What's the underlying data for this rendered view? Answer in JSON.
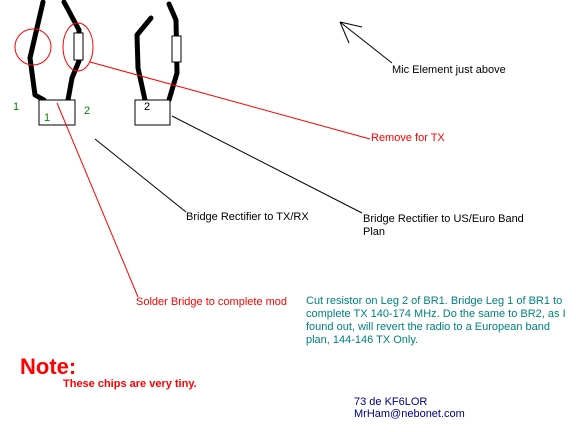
{
  "colors": {
    "black": "#000000",
    "red": "#ff0000",
    "green": "#008000",
    "teal": "#008080",
    "navy": "#000080"
  },
  "labels": {
    "pad_left_1": "1",
    "pad_left_2": "2",
    "chip1_label": "1",
    "chip2_label": "2",
    "mic_element": "Mic Element just above",
    "remove_for_tx": "Remove for TX",
    "bridge_rectifier_txrx": "Bridge Rectifier to TX/RX",
    "bridge_rectifier_useuro": "Bridge Rectifier to US/Euro Band Plan",
    "solder_bridge": "Solder Bridge to complete mod",
    "instructions": "Cut resistor on Leg 2 of BR1. Bridge Leg 1 of BR1 to complete TX 140-174 MHz. Do the same to BR2, as I found out, will revert the radio to a European band plan, 144-146 TX Only.",
    "note_title": "Note:",
    "note_text": "These chips are very tiny.",
    "signoff": "73 de KF6LOR",
    "email": "MrHam@nebonet.com"
  }
}
